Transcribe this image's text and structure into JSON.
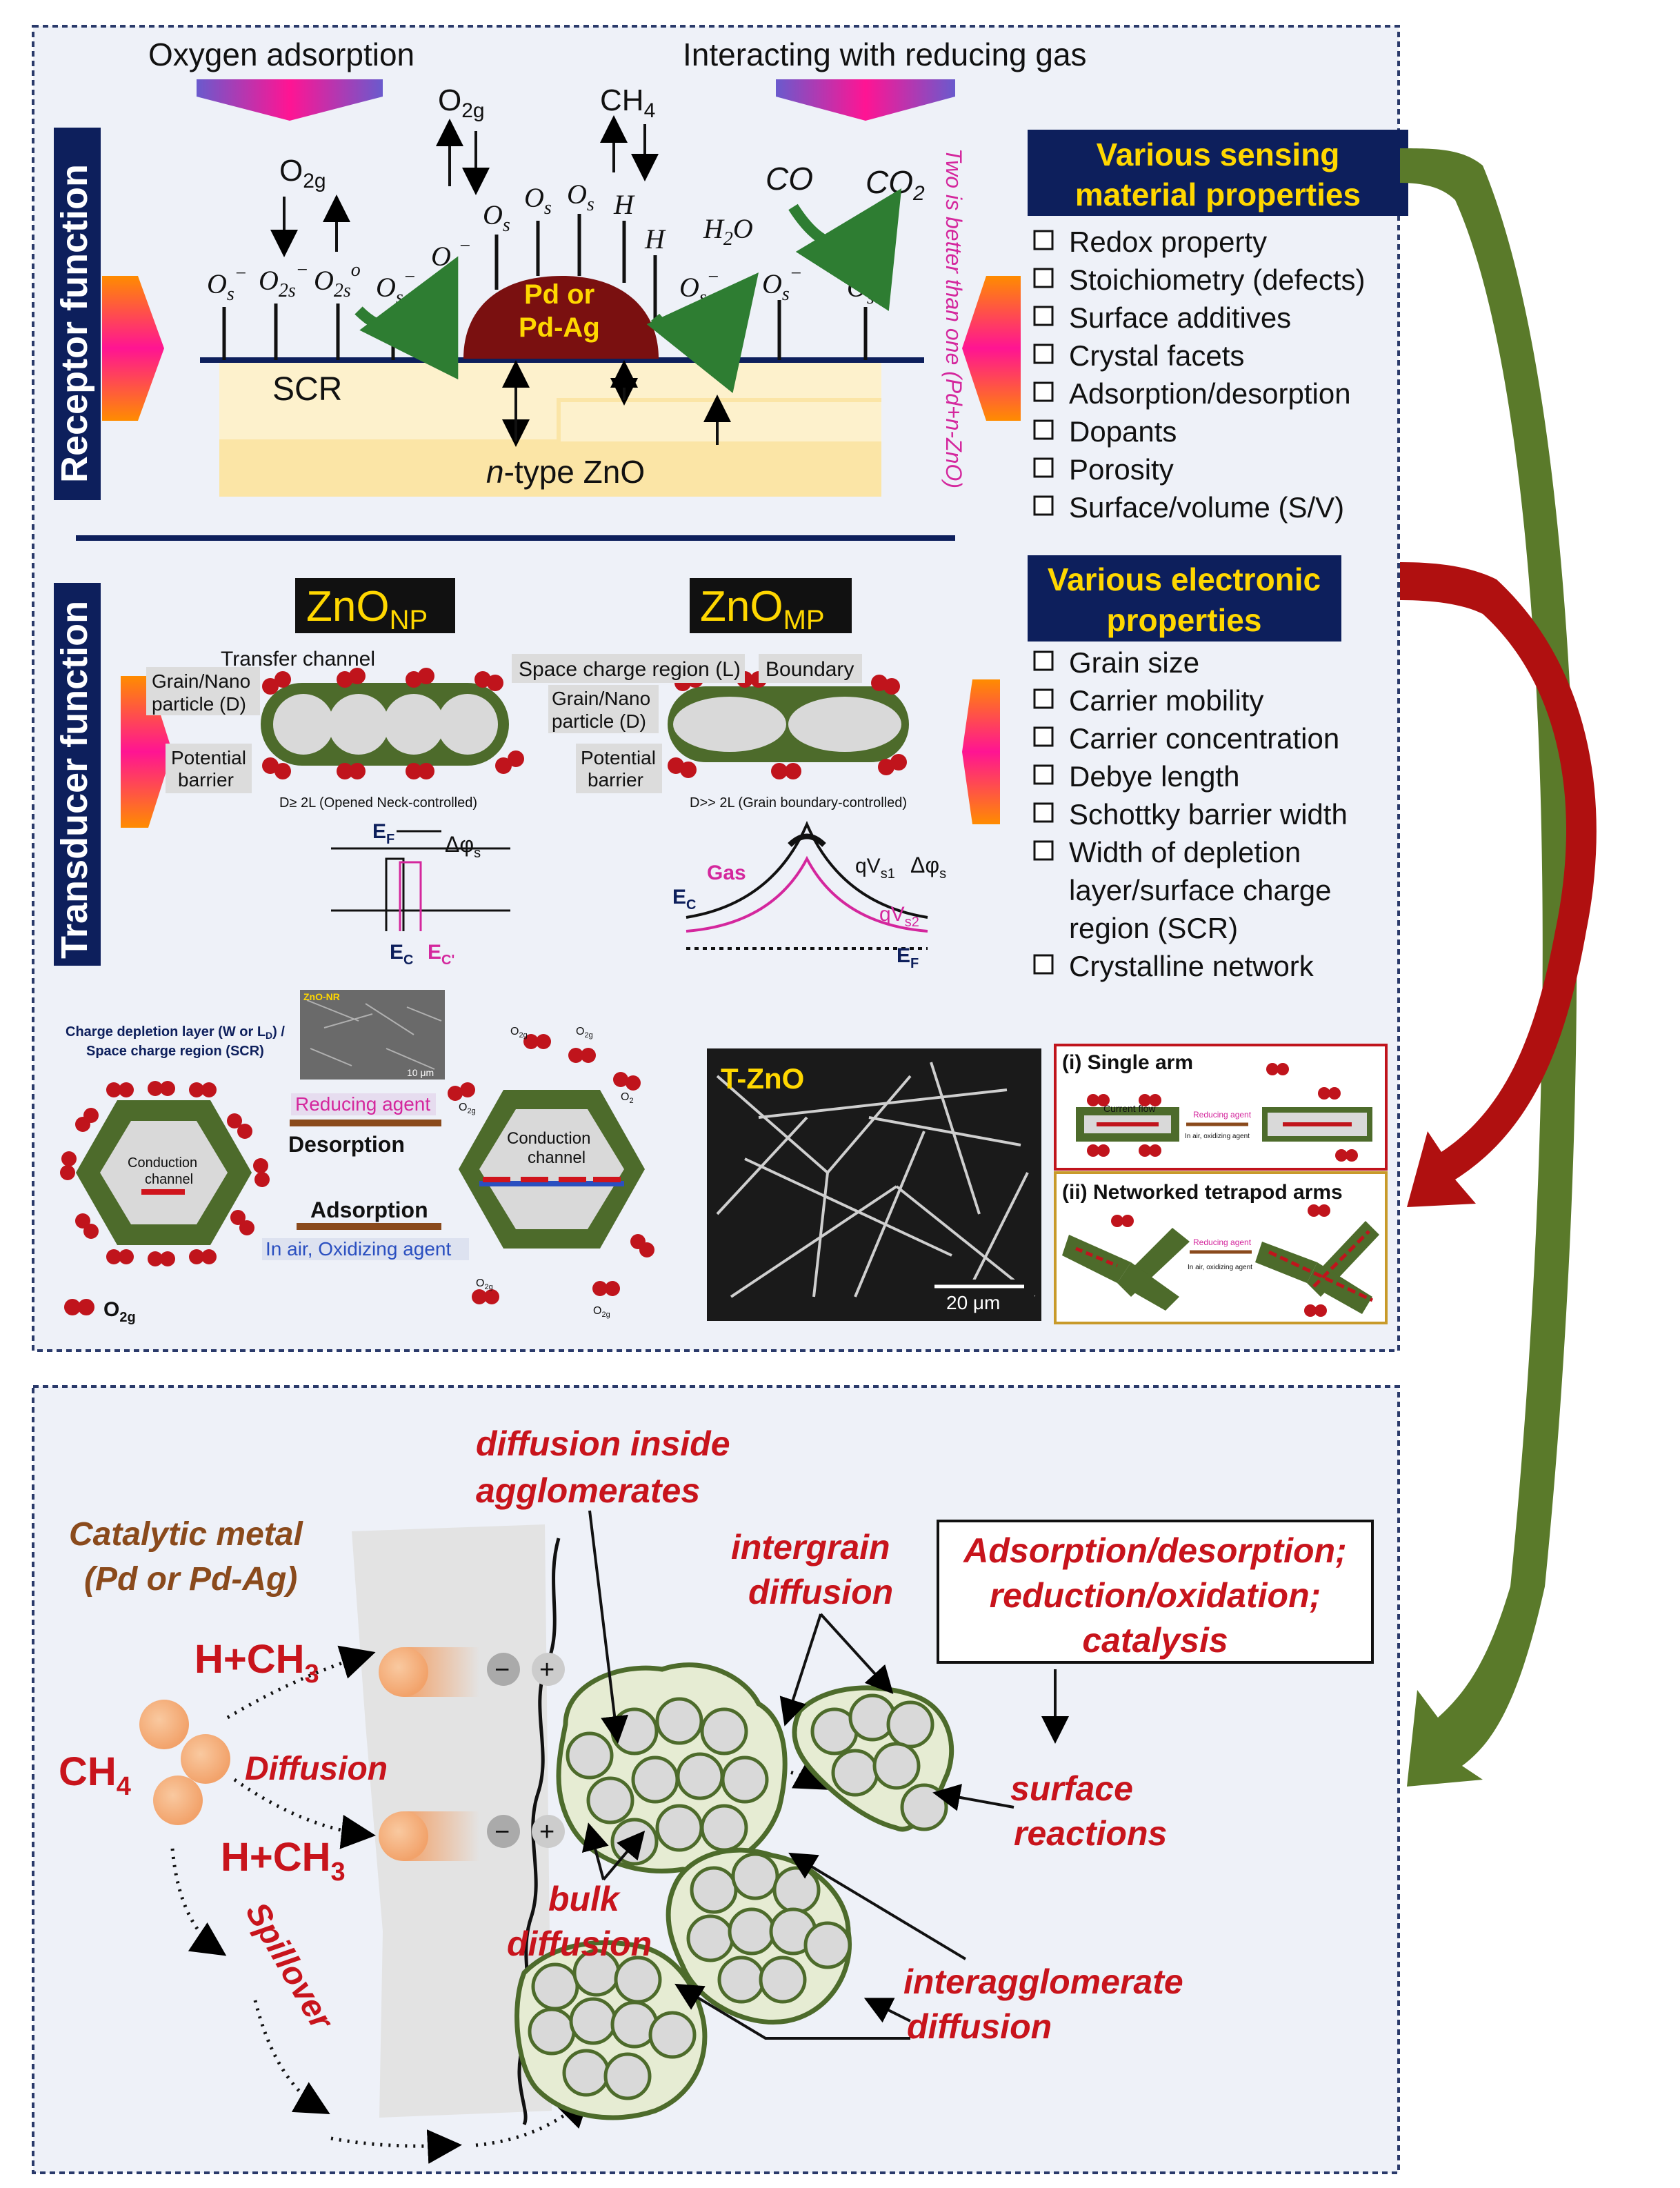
{
  "receptor": {
    "side_label": "Receptor function",
    "oxygen_adsorption": "Oxygen adsorption",
    "interacting": "Interacting with reducing gas",
    "o2g_a": "O",
    "o2g_b": "O",
    "ch4": "CH",
    "co": "CO",
    "co2": "CO",
    "h2o": "H",
    "h_1": "H",
    "h_2": "H",
    "metal": "Pd or",
    "metal2": "Pd-Ag",
    "scr": "SCR",
    "ntype_n": "n",
    "ntype_rest": "-type ZnO",
    "vertical_note": "Two is better than one (Pd+n-ZnO)",
    "props_title_1": "Various sensing",
    "props_title_2": "material properties",
    "props": [
      "Redox property",
      "Stoichiometry (defects)",
      "Surface additives",
      "Crystal facets",
      "Adsorption/desorption",
      "Dopants",
      "Porosity",
      "Surface/volume (S/V)"
    ]
  },
  "transducer": {
    "side_label": "Transducer function",
    "np_title": "ZnO",
    "np_sub": "NP",
    "mp_title": "ZnO",
    "mp_sub": "MP",
    "transfer_channel": "Transfer channel",
    "grain_nano_1": "Grain/Nano",
    "grain_nano_2": "particle (D)",
    "potential_1": "Potential",
    "potential_2": "barrier",
    "np_cond": "D≥ 2L (Opened Neck-controlled)",
    "space_charge": "Space charge region (L)",
    "boundary": "Boundary",
    "mp_cond": "D>> 2L (Grain boundary-controlled)",
    "ef": "E",
    "ec": "E",
    "ec2": "E",
    "delta_phi": "Δφ",
    "gas": "Gas",
    "qvs1": "qV",
    "qvs2": "qV",
    "props_title_1": "Various electronic",
    "props_title_2": "properties",
    "props": [
      "Grain size",
      "Carrier mobility",
      "Carrier concentration",
      "Debye length",
      "Schottky barrier width",
      "Width of depletion",
      "layer/surface charge",
      "region (SCR)",
      "Crystalline network"
    ]
  },
  "nanorod": {
    "depletion_1": "Charge depletion layer (W or L",
    "depletion_2": "Space charge region (SCR)",
    "sem_label": "ZnO-NR",
    "sem_scale": "10 μm",
    "conduction": "Conduction",
    "channel": "channel",
    "reducing_agent": "Reducing agent",
    "desorption": "Desorption",
    "adsorption": "Adsorption",
    "in_air": "In air, Oxidizing agent",
    "o2g_legend": "O",
    "o2g_small": "O",
    "o2_small": "O"
  },
  "tetrapod": {
    "sem_label": "T-ZnO",
    "scale": "20 μm",
    "single_arm": "(i) Single arm",
    "networked": "(ii) Networked tetrapod arms",
    "current_flow": "Current flow",
    "reducing_agent": "Reducing agent",
    "in_air": "In air, oxidizing agent"
  },
  "bottom": {
    "catalytic_1": "Catalytic metal",
    "catalytic_2": "(Pd or Pd-Ag)",
    "hch3_a": "H+CH",
    "hch3_b": "H+CH",
    "ch4": "CH",
    "diffusion": "Diffusion",
    "spillover": "Spillover",
    "diff_inside_1": "diffusion inside",
    "diff_inside_2": "agglomerates",
    "intergrain_1": "intergrain",
    "intergrain_2": "diffusion",
    "box_1": "Adsorption/desorption;",
    "box_2": "reduction/oxidation;",
    "box_3": "catalysis",
    "surface_1": "surface",
    "surface_2": "reactions",
    "bulk_1": "bulk",
    "bulk_2": "diffusion",
    "inter_1": "interagglomerate",
    "inter_2": "diffusion",
    "minus": "−",
    "plus": "+"
  },
  "colors": {
    "navy": "#0d1f5c",
    "green_arrow": "#5a7a2a",
    "red_arrow": "#b01010",
    "pd_fill": "#7a1010",
    "zno_fill": "#fbe5a6",
    "panel_bg": "#eef1f8",
    "red_text": "#c8141c",
    "brown_text": "#8a4a1c"
  }
}
